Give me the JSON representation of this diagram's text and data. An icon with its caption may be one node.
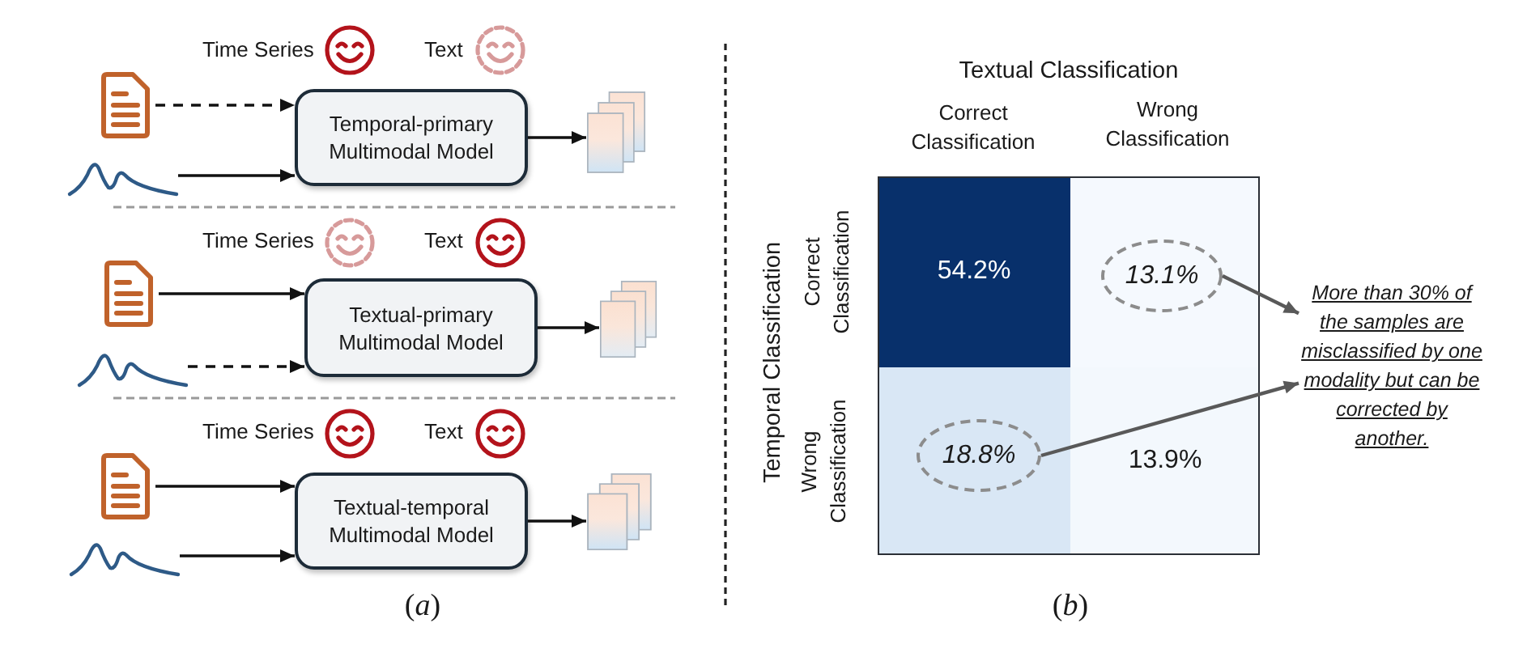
{
  "diagram": {
    "nodes": [
      {
        "text": [],
        "shape": "picture"
      },
      {
        "text": [],
        "shape": "picture"
      },
      {
        "text": [
          "Temporal-primary Multimodal Model"
        ]
      },
      {
        "text": [],
        "shape": "picture"
      },
      {
        "text": [],
        "shape": "picture"
      },
      {
        "text": [],
        "shape": "picture"
      },
      {
        "text": [
          "Textual-primary Multimodal Model"
        ]
      },
      {
        "text": [],
        "shape": "picture"
      },
      {
        "text": [],
        "shape": "picture"
      },
      {
        "text": [],
        "shape": "picture"
      },
      {
        "text": [
          "Textual-temporal Multimodal Model"
        ]
      },
      {
        "text": [],
        "shape": "picture"
      },
      {
        "text": [
          "54.2%"
        ]
      },
      {
        "text": [],
        "shape": "box"
      },
      {
        "text": [
          "13.1%"
        ],
        "in": 13
      },
      {
        "text": [],
        "shape": "box"
      },
      {
        "text": [
          "18.8%"
        ],
        "in": 15
      },
      {
        "text": [
          "13.9%"
        ]
      },
      {
        "text": [
          "More than 30% of the samples are misclassified by one modality but can be corrected by another."
        ]
      }
    ],
    "edges": [
      {
        "from": 0,
        "to": 2,
        "arrow": "to",
        "style": "dashed"
      },
      {
        "from": 1,
        "to": 2,
        "arrow": "to"
      },
      {
        "from": 2,
        "to": 3,
        "arrow": "to"
      },
      {
        "from": 4,
        "to": 6,
        "arrow": "to"
      },
      {
        "from": 5,
        "to": 6,
        "arrow": "to",
        "style": "dashed"
      },
      {
        "from": 6,
        "to": 7,
        "arrow": "to"
      },
      {
        "from": 8,
        "to": 10,
        "arrow": "to"
      },
      {
        "from": 9,
        "to": 10,
        "arrow": "to"
      },
      {
        "from": 10,
        "to": 11,
        "arrow": "to"
      },
      {
        "from": 14,
        "to": 18,
        "arrow": "to",
        "color": "#595959"
      },
      {
        "from": 16,
        "to": 18,
        "arrow": "to",
        "color": "#595959"
      }
    ],
    "labels": [
      "Time Series",
      "Text",
      "Time Series",
      "Text",
      "Time Series",
      "Text",
      "(*a*)",
      "Textual Classification",
      "Correct Classification",
      "Wrong Classification",
      "Temporal Classification",
      "Correct Classification",
      "Wrong Classification",
      "(*b*)"
    ]
  }
}
